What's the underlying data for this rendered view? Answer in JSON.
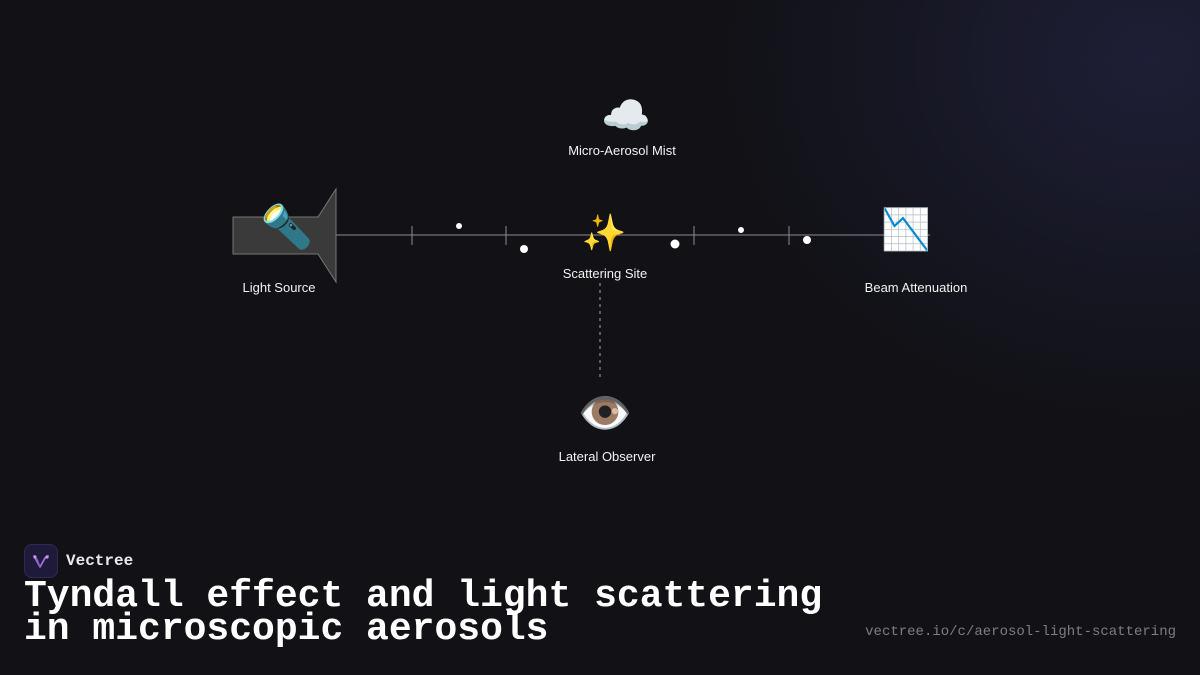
{
  "diagram": {
    "nodes": {
      "light_source": {
        "label": "Light Source",
        "icon": "flashlight-icon",
        "glyph": "🔦"
      },
      "aerosol": {
        "label": "Micro-Aerosol Mist",
        "icon": "cloud-icon",
        "glyph": "☁️"
      },
      "scattering": {
        "label": "Scattering Site",
        "icon": "sparkles-icon",
        "glyph": "✨"
      },
      "attenuation": {
        "label": "Beam Attenuation",
        "icon": "chart-decreasing-icon",
        "glyph": "📉"
      },
      "observer": {
        "label": "Lateral Observer",
        "icon": "eye-icon",
        "glyph": "👁️"
      }
    },
    "colors": {
      "background": "#111116",
      "beam": "#8a8a92",
      "particle": "#ffffff",
      "source_body": "#3a3a3a"
    }
  },
  "footer": {
    "brand": "Vectree",
    "title": "Tyndall effect and light scattering in microscopic aerosols",
    "url": "vectree.io/c/aerosol-light-scattering"
  }
}
